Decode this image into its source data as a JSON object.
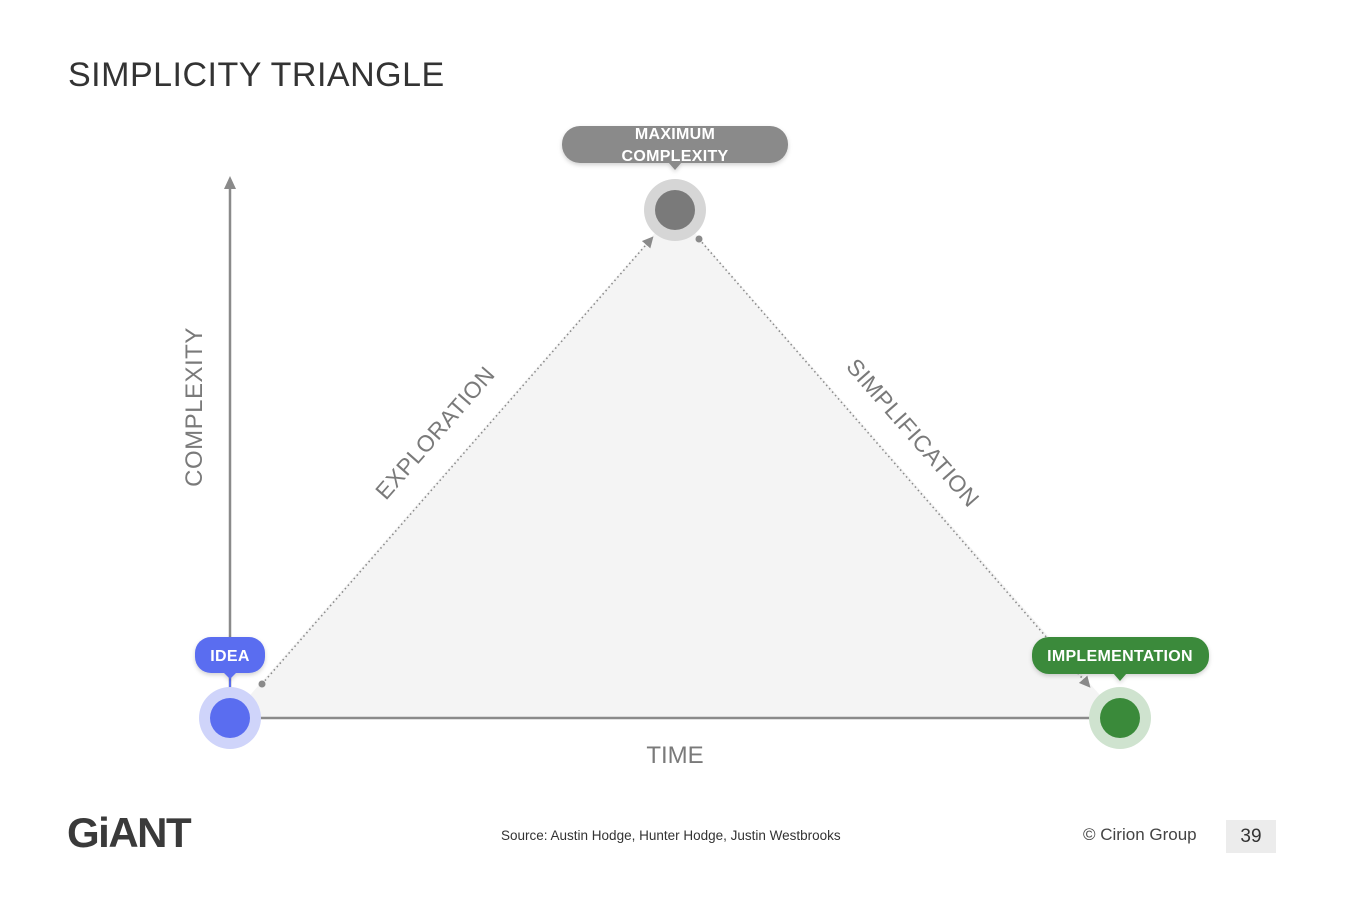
{
  "title": "SIMPLICITY TRIANGLE",
  "diagram": {
    "axes": {
      "y_label": "COMPLEXITY",
      "x_label": "TIME"
    },
    "edges": {
      "exploration": "EXPLORATION",
      "simplification": "SIMPLIFICATION"
    },
    "nodes": {
      "idea": {
        "label": "IDEA",
        "color": "#5a6df0"
      },
      "maximum_complexity": {
        "label_line1": "MAXIMUM",
        "label_line2": "COMPLEXITY",
        "color": "#7a7a7a"
      },
      "implementation": {
        "label": "IMPLEMENTATION",
        "color": "#3a8a3a"
      }
    },
    "colors": {
      "triangle_fill": "#f4f4f4",
      "axis": "#8a8a8a"
    }
  },
  "footer": {
    "logo": "GiANT",
    "source": "Source: Austin Hodge, Hunter Hodge, Justin Westbrooks",
    "copyright": "© Cirion Group",
    "page_number": "39"
  }
}
